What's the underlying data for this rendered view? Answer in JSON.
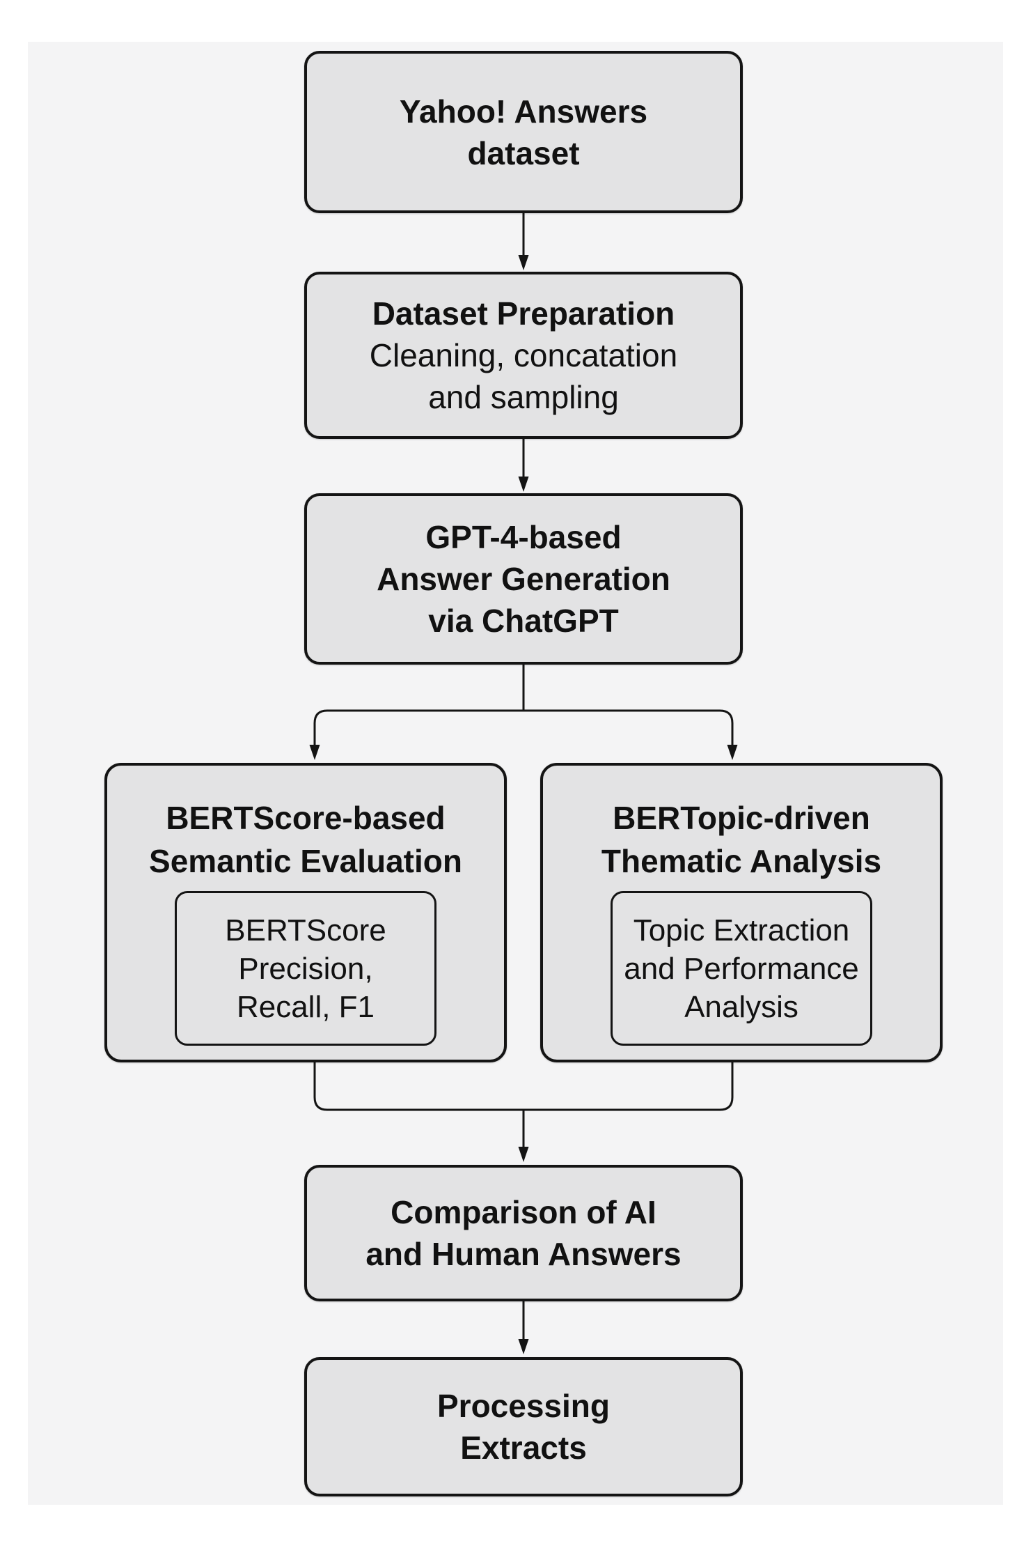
{
  "colors": {
    "page_bg": "#ffffff",
    "panel_bg": "#f4f4f5",
    "box_fill": "#e3e3e4",
    "box_border": "#141414",
    "text": "#111111"
  },
  "nodes": {
    "yahoo": {
      "lines": [
        "Yahoo! Answers",
        "dataset"
      ]
    },
    "preparation": {
      "title": "Dataset Preparation",
      "body": [
        "Cleaning, concatation",
        "and sampling"
      ]
    },
    "generation": {
      "lines": [
        "GPT-4-based",
        "Answer Generation",
        "via ChatGPT"
      ]
    },
    "bertscore": {
      "title": [
        "BERTScore-based",
        "Semantic Evaluation"
      ],
      "inner": [
        "BERTScore",
        "Precision,",
        "Recall, F1"
      ]
    },
    "bertopic": {
      "title": [
        "BERTopic-driven",
        "Thematic Analysis"
      ],
      "inner": [
        "Topic Extraction",
        "and Performance",
        "Analysis"
      ]
    },
    "comparison": {
      "lines": [
        "Comparison of AI",
        "and Human Answers"
      ]
    },
    "processing": {
      "lines": [
        "Processing",
        "Extracts"
      ]
    }
  }
}
